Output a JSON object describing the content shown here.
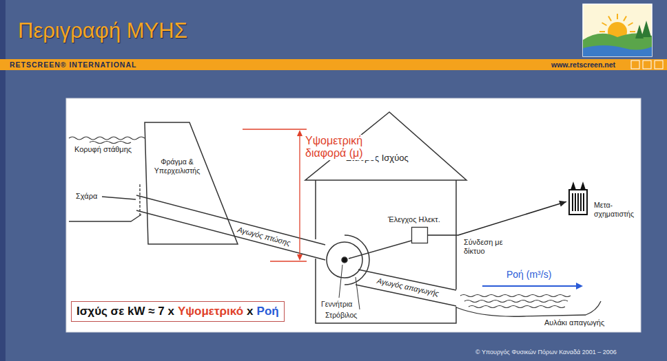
{
  "diagram": {
    "title": "Περιγραφή ΜΥΗΣ",
    "nodes": [
      {
        "text": [
          "Φράγμα & Υπερχειλιστής"
        ]
      },
      {
        "text": [
          "Σταθμός Ισχύος"
        ]
      },
      {
        "text": [
          "Έλεγχος Ηλεκτ."
        ],
        "in": 1
      },
      {
        "text": [
          "Μετα-σχηματιστής"
        ]
      },
      {
        "text": [
          "Ισχύς σε kW ≈ 7 x",
          "Υψομετρικό",
          "x",
          "Ροή"
        ]
      }
    ],
    "edges": [
      {
        "from": 2,
        "to": 3,
        "label": "Σύνδεση με δίκτυο",
        "arrow": "to"
      }
    ],
    "labels": [
      "RETSCREEN® INTERNATIONAL",
      "www.retscreen.net",
      "Κορυφή στάθμης",
      "Σχάρα",
      "Αγωγός πτώσης",
      "Υψομετρική διαφορά (μ)",
      "Γεννήτρια",
      "Στρόβιλος",
      "Αγωγός απαγωγής",
      "Ροή (m³/s)",
      "Αυλάκι απαγωγής",
      "© Υπουργός Φυσικών Πόρων Καναδά 2001 – 2006"
    ]
  }
}
